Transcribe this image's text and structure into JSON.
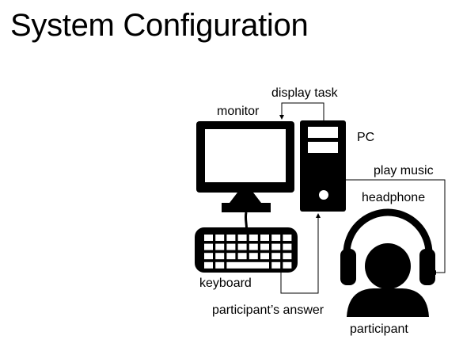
{
  "title": "System Configuration",
  "labels": {
    "display_task": "display task",
    "monitor": "monitor",
    "pc": "PC",
    "play_music": "play music",
    "headphone": "headphone",
    "keyboard": "keyboard",
    "participants_answer": "participant’s answer",
    "participant": "participant"
  },
  "icons": [
    "monitor-icon",
    "pc-tower-icon",
    "keyboard-icon",
    "headphone-icon",
    "participant-icon"
  ],
  "colors": {
    "ink": "#000000",
    "background": "#ffffff"
  }
}
